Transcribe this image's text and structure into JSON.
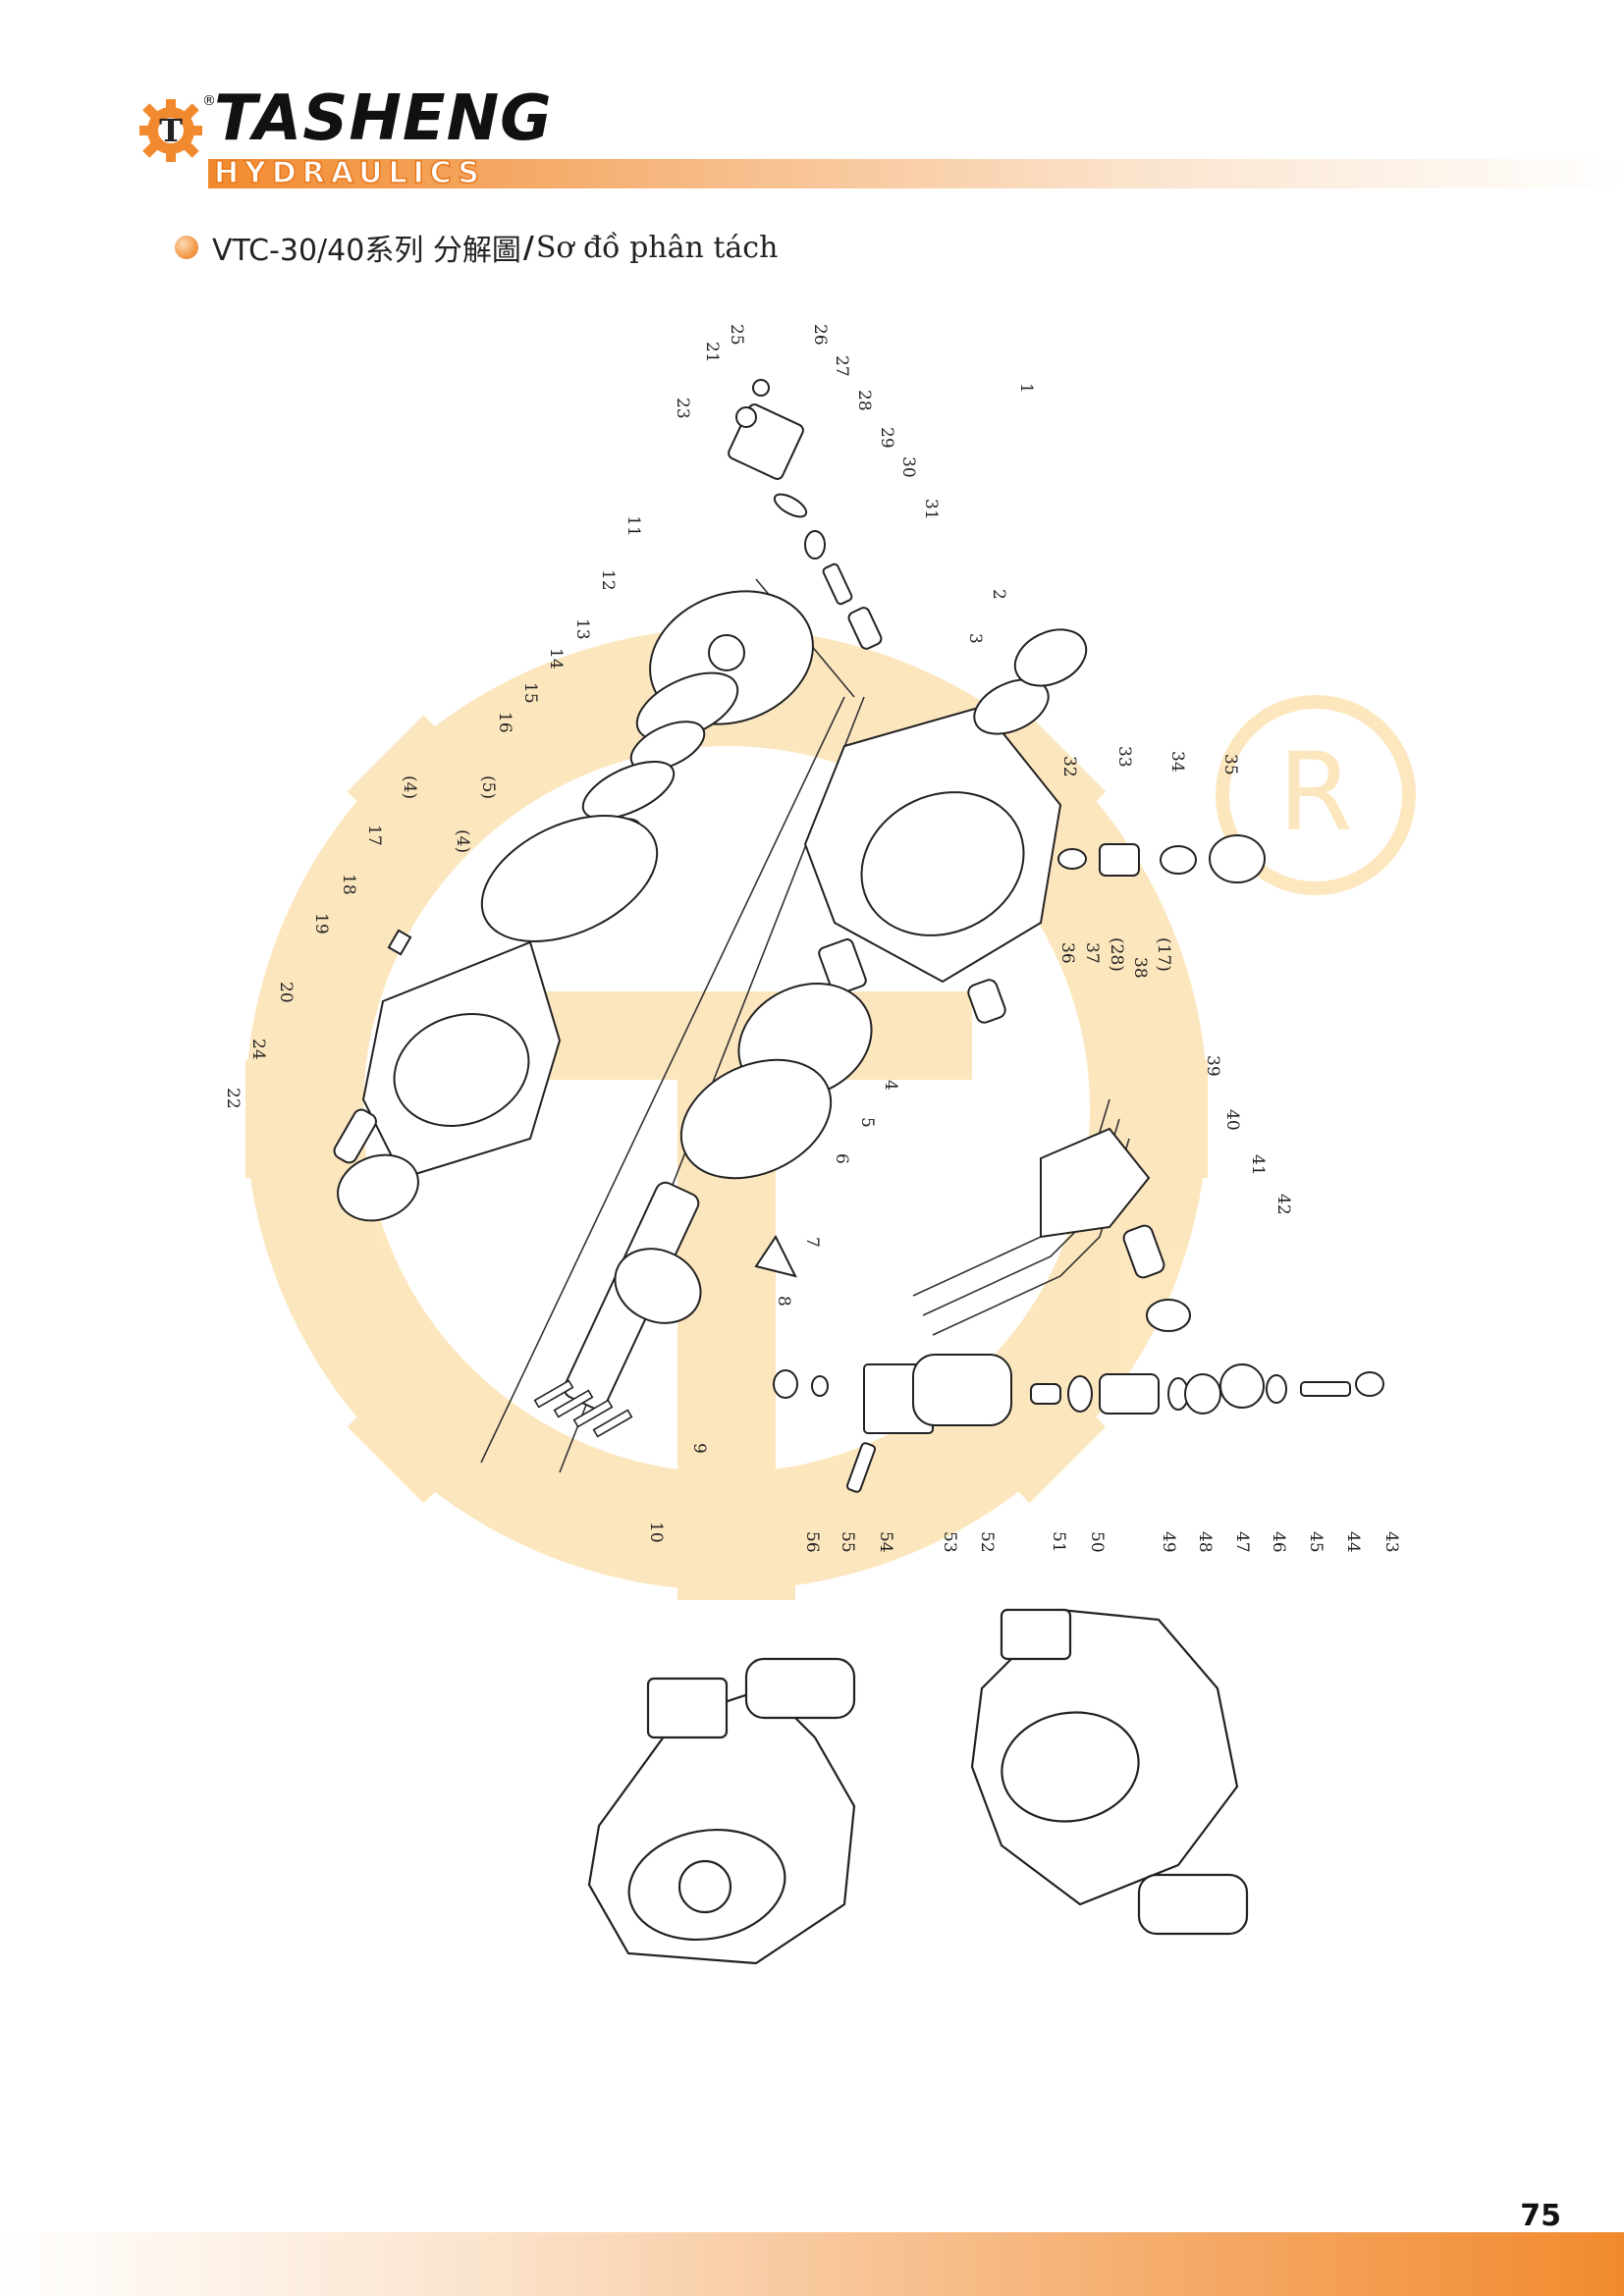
{
  "brand": {
    "name": "TASHENG",
    "sub": "HYDRAULICS",
    "registered": "®",
    "logo_letter": "T",
    "accent_color": "#f18a2e"
  },
  "title": {
    "model": "VTC-30/40系列 分解圖",
    "separator": "/",
    "vietnamese": " Sơ đồ phân tách"
  },
  "diagram": {
    "watermark_icon": "tasheng-gear-watermark",
    "part_labels": [
      "1",
      "2",
      "3",
      "4",
      "5",
      "6",
      "7",
      "8",
      "9",
      "10",
      "11",
      "12",
      "13",
      "14",
      "15",
      "16",
      "17",
      "18",
      "19",
      "20",
      "21",
      "22",
      "23",
      "24",
      "25",
      "26",
      "27",
      "28",
      "29",
      "30",
      "31",
      "32",
      "33",
      "34",
      "35",
      "36",
      "37",
      "38",
      "39",
      "40",
      "41",
      "42",
      "43",
      "44",
      "45",
      "46",
      "47",
      "48",
      "49",
      "50",
      "51",
      "52",
      "53",
      "54",
      "55",
      "56",
      "(4)",
      "(4)",
      "(5)",
      "(28)",
      "(17)"
    ]
  },
  "page_number": "75"
}
